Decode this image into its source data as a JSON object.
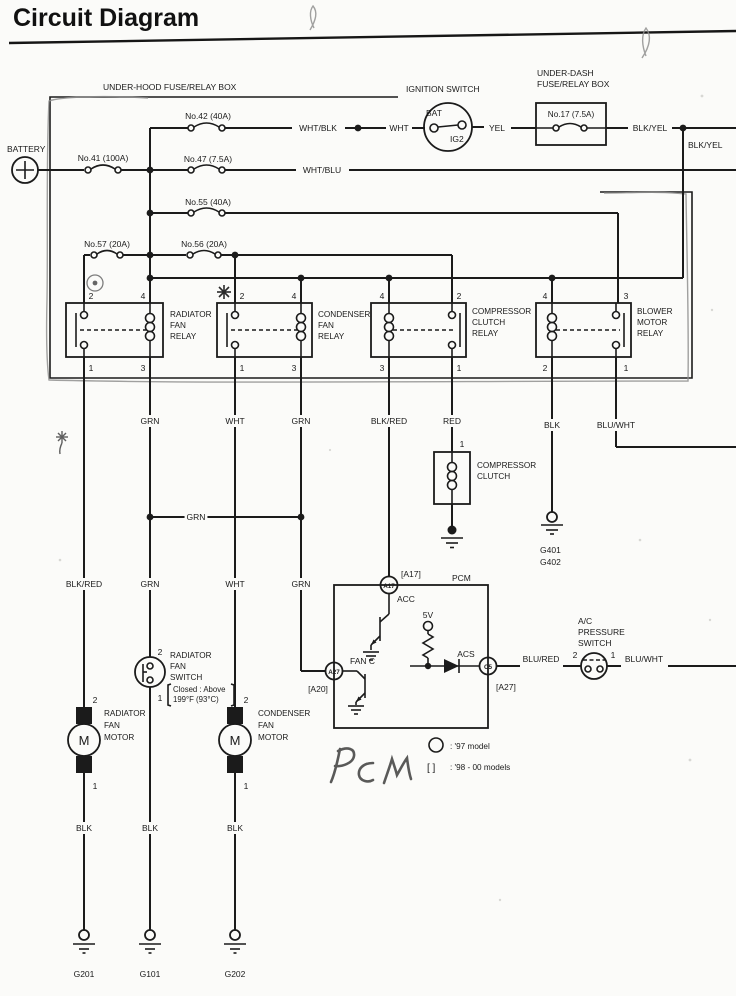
{
  "title": "Circuit Diagram",
  "handwriting": "PCM",
  "boxes": {
    "underhood": "UNDER-HOOD FUSE/RELAY BOX",
    "underdash_line1": "UNDER-DASH",
    "underdash_line2": "FUSE/RELAY BOX",
    "pcm": "PCM"
  },
  "battery": {
    "label": "BATTERY"
  },
  "ignition": {
    "label": "IGNITION SWITCH",
    "bat": "BAT",
    "ig2": "IG2"
  },
  "fuses": {
    "f41": "No.41 (100A)",
    "f42": "No.42 (40A)",
    "f47": "No.47 (7.5A)",
    "f55": "No.55 (40A)",
    "f56": "No.56 (20A)",
    "f57": "No.57 (20A)",
    "f17": "No.17 (7.5A)"
  },
  "wire_colors": {
    "wht_blk": "WHT/BLK",
    "wht": "WHT",
    "yel": "YEL",
    "blk_yel": "BLK/YEL",
    "wht_blu": "WHT/BLU",
    "grn": "GRN",
    "blk_red": "BLK/RED",
    "red": "RED",
    "blk": "BLK",
    "blu_wht": "BLU/WHT",
    "blu_red": "BLU/RED"
  },
  "relays": [
    {
      "lines": [
        "RADIATOR",
        "FAN",
        "RELAY"
      ],
      "pin_tl": "2",
      "pin_tr": "4",
      "pin_bl": "1",
      "pin_br": "3"
    },
    {
      "lines": [
        "CONDENSER",
        "FAN",
        "RELAY"
      ],
      "pin_tl": "2",
      "pin_tr": "4",
      "pin_bl": "1",
      "pin_br": "3"
    },
    {
      "lines": [
        "COMPRESSOR",
        "CLUTCH",
        "RELAY"
      ],
      "pin_tl": "4",
      "pin_tr": "2",
      "pin_bl": "3",
      "pin_br": "1"
    },
    {
      "lines": [
        "BLOWER",
        "MOTOR",
        "RELAY"
      ],
      "pin_tl": "4",
      "pin_tr": "3",
      "pin_bl": "2",
      "pin_br": "1"
    }
  ],
  "components": {
    "compressor_clutch": {
      "pin": "1",
      "lines": [
        "COMPRESSOR",
        "CLUTCH"
      ]
    },
    "radiator_fan_motor": {
      "pin_top": "2",
      "pin_bottom": "1",
      "m": "M",
      "lines": [
        "RADIATOR",
        "FAN",
        "MOTOR"
      ]
    },
    "condenser_fan_motor": {
      "pin_top": "2",
      "pin_bottom": "1",
      "m": "M",
      "lines": [
        "CONDENSER",
        "FAN",
        "MOTOR"
      ]
    },
    "radiator_fan_switch": {
      "pin_top": "2",
      "pin_bottom": "1",
      "lines": [
        "RADIATOR",
        "FAN",
        "SWITCH"
      ],
      "condition1": "Closed : Above",
      "condition2": "199°F (93°C)"
    },
    "ac_pressure_switch": {
      "pin_left": "2",
      "pin_right": "1",
      "lines": [
        "A/C",
        "PRESSURE",
        "SWITCH"
      ]
    }
  },
  "pcm": {
    "a17": "A17",
    "a17_bracket": "[A17]",
    "acc": "ACC",
    "a27": "A27",
    "a20_bracket": "[A20]",
    "fan_c": "FAN C",
    "c5": "C5",
    "acs": "ACS",
    "a27_bracket": "[A27]",
    "v5": "5V"
  },
  "grounds": {
    "g201": "G201",
    "g101": "G101",
    "g202": "G202",
    "g401": "G401",
    "g402": "G402"
  },
  "legend": {
    "circle_label": ": '97 model",
    "bracket_symbol": "[ ]",
    "bracket_label": ": '98 - 00 models"
  }
}
